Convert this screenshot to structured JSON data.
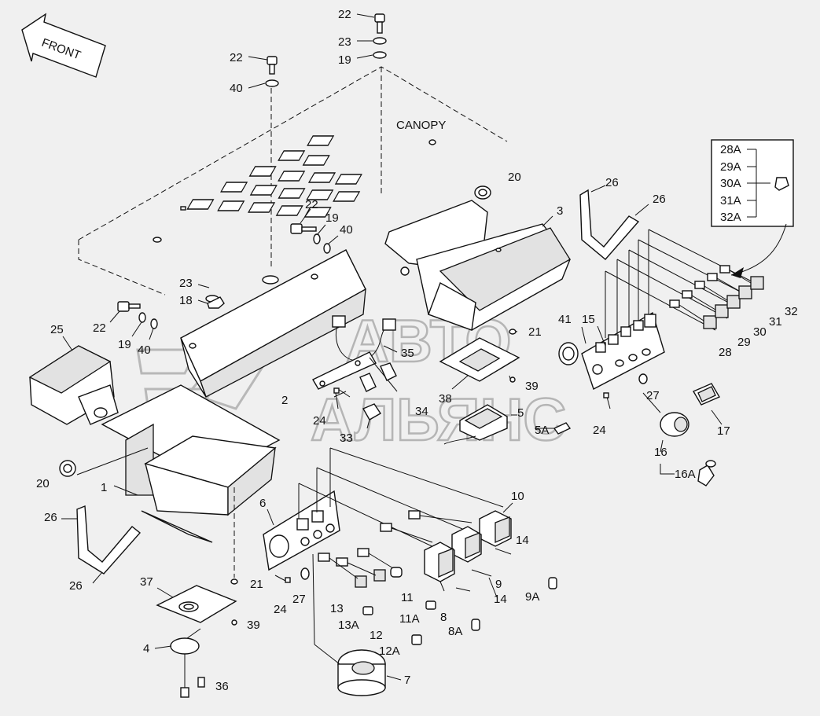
{
  "diagram": {
    "front_label": "FRONT",
    "canopy_label": "CANOPY",
    "callouts": {
      "c22a": "22",
      "c23a": "23",
      "c19a": "19",
      "c22b": "22",
      "c40a": "40",
      "c22c": "22",
      "c19b": "19",
      "c40b": "40",
      "c23b": "23",
      "c18": "18",
      "c22d": "22",
      "c19c": "19",
      "c40c": "40",
      "c25": "25",
      "c20a": "20",
      "c20b": "20",
      "c1": "1",
      "c2": "2",
      "c3": "3",
      "c26a": "26",
      "c26b": "26",
      "c26c": "26",
      "c26d": "26",
      "c21a": "21",
      "c21b": "21",
      "c41": "41",
      "c15": "15",
      "c35": "35",
      "c34": "34",
      "c33": "33",
      "c24a": "24",
      "c24b": "24",
      "c24c": "24",
      "c38": "38",
      "c39a": "39",
      "c39b": "39",
      "c5": "5",
      "c5A": "5A",
      "c27a": "27",
      "c27b": "27",
      "c17": "17",
      "c16": "16",
      "c16A": "16A",
      "c28": "28",
      "c29": "29",
      "c30": "30",
      "c31": "31",
      "c32": "32",
      "c6": "6",
      "c10": "10",
      "c14a": "14",
      "c14b": "14",
      "c9": "9",
      "c9A": "9A",
      "c11": "11",
      "c11A": "11A",
      "c8": "8",
      "c8A": "8A",
      "c12": "12",
      "c12A": "12A",
      "c13": "13",
      "c13A": "13A",
      "c7": "7",
      "c37": "37",
      "c4": "4",
      "c36": "36"
    },
    "bulb_variants": [
      "28A",
      "29A",
      "30A",
      "31A",
      "32A"
    ],
    "watermark": {
      "line1": "АВТО",
      "line2": "АЛЬЯНС"
    }
  }
}
